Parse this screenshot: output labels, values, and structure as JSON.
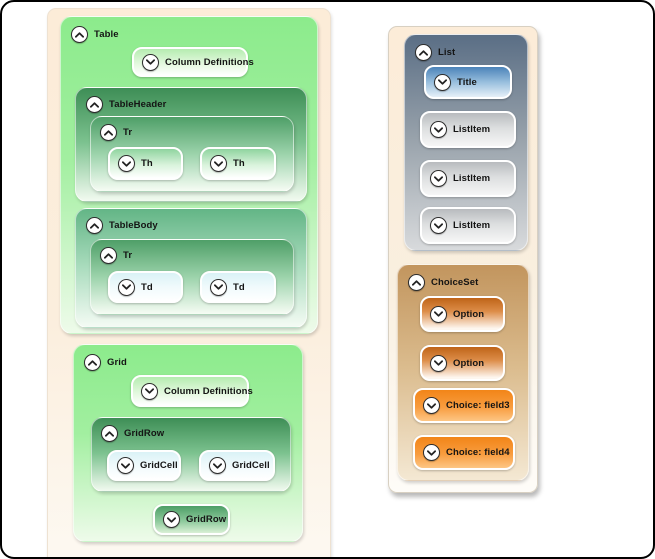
{
  "window": {
    "background": "#ffffff",
    "frame_border": "#000000"
  },
  "palette": {
    "container_cream": "#fcecd8",
    "table_green": "#8ceb8c",
    "header_dark_green": "#3e8e56",
    "body_teal_green": "#63b586",
    "row_green": "#4f9f68",
    "th_pill_green": "#8fd49f",
    "td_pill_azure": "#daf2f6",
    "list_slate": "#5a6e85",
    "title_blue": "#4b83b9",
    "listitem_gray": "#b8bbbe",
    "choiceset_tan": "#c2955e",
    "option_orange": "#bf6418",
    "choice_orange": "#f28518"
  },
  "tree": {
    "table": {
      "label": "Table",
      "state": "expanded"
    },
    "table_column_definitions": {
      "label": "Column Definitions",
      "state": "collapsed"
    },
    "table_header": {
      "label": "TableHeader",
      "state": "expanded"
    },
    "table_header_tr": {
      "label": "Tr",
      "state": "expanded"
    },
    "table_header_th1": {
      "label": "Th",
      "state": "collapsed"
    },
    "table_header_th2": {
      "label": "Th",
      "state": "collapsed"
    },
    "table_body": {
      "label": "TableBody",
      "state": "expanded"
    },
    "table_body_tr": {
      "label": "Tr",
      "state": "expanded"
    },
    "table_body_td1": {
      "label": "Td",
      "state": "collapsed"
    },
    "table_body_td2": {
      "label": "Td",
      "state": "collapsed"
    },
    "grid": {
      "label": "Grid",
      "state": "expanded"
    },
    "grid_column_definitions": {
      "label": "Column Definitions",
      "state": "collapsed"
    },
    "grid_row1": {
      "label": "GridRow",
      "state": "expanded"
    },
    "grid_cell1": {
      "label": "GridCell",
      "state": "collapsed"
    },
    "grid_cell2": {
      "label": "GridCell",
      "state": "collapsed"
    },
    "grid_row2": {
      "label": "GridRow",
      "state": "collapsed"
    },
    "list": {
      "label": "List",
      "state": "expanded"
    },
    "list_title": {
      "label": "Title",
      "state": "collapsed"
    },
    "list_item1": {
      "label": "ListItem",
      "state": "collapsed"
    },
    "list_item2": {
      "label": "ListItem",
      "state": "collapsed"
    },
    "list_item3": {
      "label": "ListItem",
      "state": "collapsed"
    },
    "choice_set": {
      "label": "ChoiceSet",
      "state": "expanded"
    },
    "choice_option1": {
      "label": "Option",
      "state": "collapsed"
    },
    "choice_option2": {
      "label": "Option",
      "state": "collapsed"
    },
    "choice_field3": {
      "label": "Choice: field3",
      "state": "collapsed"
    },
    "choice_field4": {
      "label": "Choice: field4",
      "state": "collapsed"
    }
  }
}
